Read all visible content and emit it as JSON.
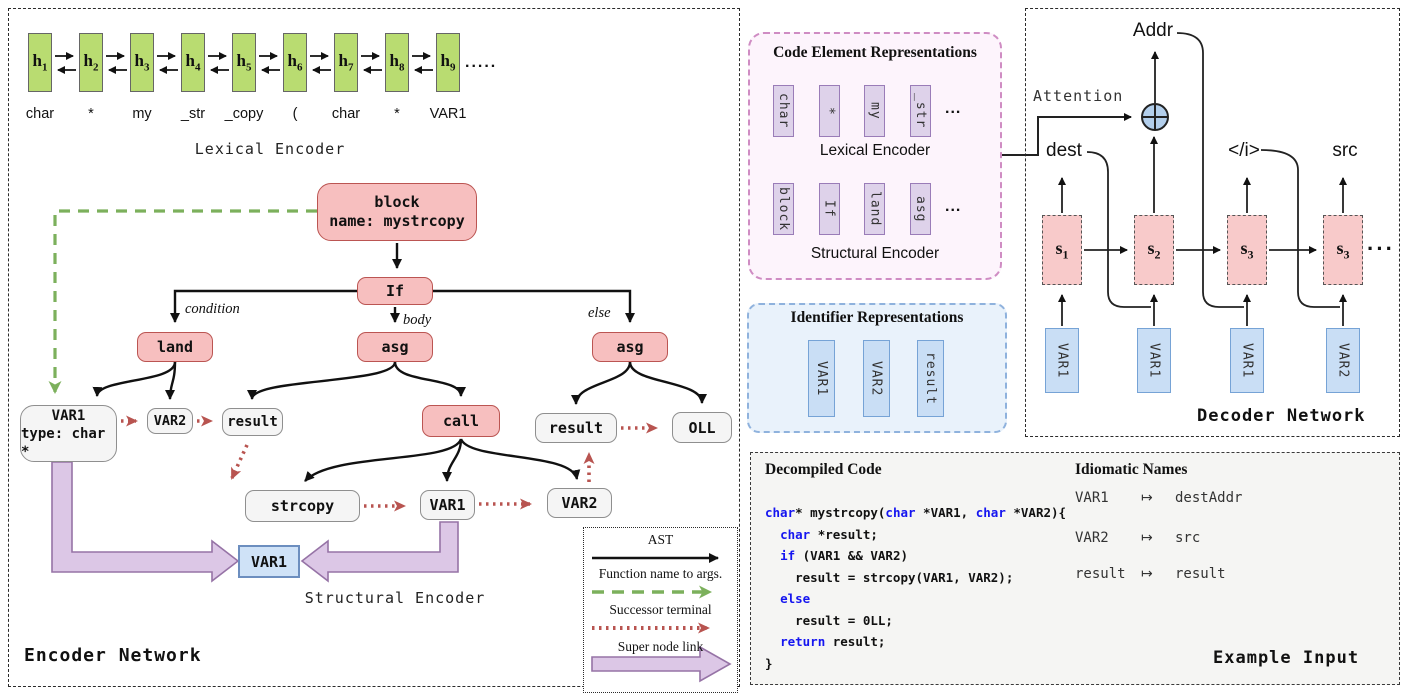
{
  "encoder": {
    "title": "Encoder Network",
    "lexical": {
      "base": "h",
      "units": [
        {
          "sub": "1",
          "token": "char"
        },
        {
          "sub": "2",
          "token": "*"
        },
        {
          "sub": "3",
          "token": "my"
        },
        {
          "sub": "4",
          "token": "_str"
        },
        {
          "sub": "5",
          "token": "_copy"
        },
        {
          "sub": "6",
          "token": "("
        },
        {
          "sub": "7",
          "token": "char"
        },
        {
          "sub": "8",
          "token": "*"
        },
        {
          "sub": "9",
          "token": "VAR1"
        }
      ],
      "ellipsis": ".....",
      "caption": "Lexical Encoder"
    },
    "tree": {
      "block_line1": "block",
      "block_line2": "name: mystrcopy",
      "if_label": "If",
      "land": "land",
      "asg_body": "asg",
      "asg_else": "asg",
      "var1_line1": "VAR1",
      "var1_line2": "type: char *",
      "var2": "VAR2",
      "result_body": "result",
      "call": "call",
      "result_else": "result",
      "oll": "OLL",
      "strcopy": "strcopy",
      "var1_leaf": "VAR1",
      "var2_leaf": "VAR2",
      "super_node": "VAR1",
      "labels": {
        "condition": "condition",
        "body": "body",
        "else_l": "else"
      }
    },
    "structural_caption": "Structural Encoder"
  },
  "legend": {
    "items": [
      {
        "label": "AST"
      },
      {
        "label": "Function name to args."
      },
      {
        "label": "Successor terminal"
      },
      {
        "label": "Super node link"
      }
    ]
  },
  "code_elements": {
    "title": "Code Element Representations",
    "lexical_items": [
      "char",
      "*",
      "my",
      "_str"
    ],
    "lexical_ellipsis": "...",
    "lexical_caption": "Lexical Encoder",
    "structural_items": [
      "block",
      "If",
      "land",
      "asg"
    ],
    "structural_ellipsis": "...",
    "structural_caption": "Structural Encoder"
  },
  "identifiers": {
    "title": "Identifier Representations",
    "items": [
      "VAR1",
      "VAR2",
      "result"
    ]
  },
  "decoder": {
    "title": "Decoder Network",
    "attention_label": "Attention",
    "outputs": {
      "addr": "Addr",
      "dest": "dest",
      "end": "</i>",
      "src": "src"
    },
    "state_base": "s",
    "columns": [
      {
        "sub": "1",
        "input": "VAR1"
      },
      {
        "sub": "2",
        "input": "VAR1"
      },
      {
        "sub": "3",
        "input": "VAR1"
      },
      {
        "sub": "3",
        "input": "VAR2"
      }
    ],
    "ellipsis": "···"
  },
  "example": {
    "title": "Example Input",
    "code_heading": "Decompiled Code",
    "keywords": [
      "char",
      "if",
      "else",
      "return"
    ],
    "code_lines": [
      "char* mystrcopy(char *VAR1, char *VAR2){",
      "  char *result;",
      "  if (VAR1 && VAR2)",
      "    result = strcopy(VAR1, VAR2);",
      "  else",
      "    result = 0LL;",
      "  return result;",
      "}"
    ],
    "names_heading": "Idiomatic Names",
    "arrow": "↦",
    "mappings": [
      {
        "from": "VAR1",
        "to": "destAddr"
      },
      {
        "from": "VAR2",
        "to": "src"
      },
      {
        "from": "result",
        "to": "result"
      }
    ]
  }
}
